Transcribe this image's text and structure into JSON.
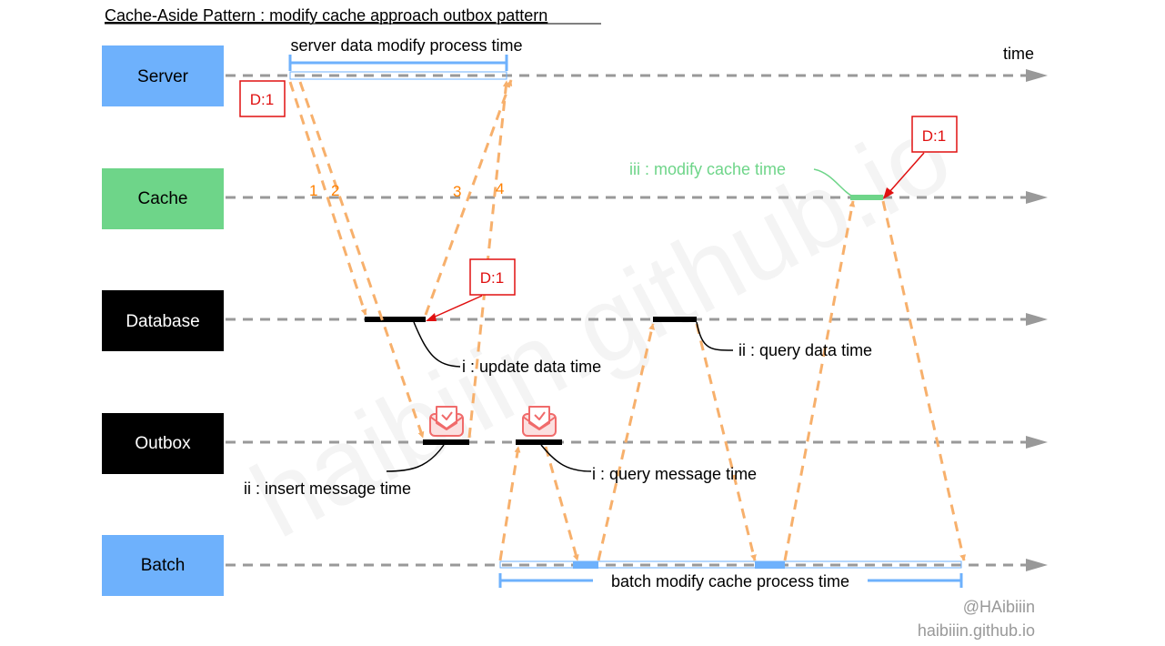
{
  "title": "Cache-Aside Pattern : modify cache approach outbox pattern",
  "axis_label": "time",
  "lanes": [
    {
      "id": "server",
      "label": "Server",
      "fill": "#6eb1fc",
      "text_color": "#000000"
    },
    {
      "id": "cache",
      "label": "Cache",
      "fill": "#6ed589",
      "text_color": "#000000"
    },
    {
      "id": "database",
      "label": "Database",
      "fill": "#000000",
      "text_color": "#ffffff"
    },
    {
      "id": "outbox",
      "label": "Outbox",
      "fill": "#000000",
      "text_color": "#ffffff"
    },
    {
      "id": "batch",
      "label": "Batch",
      "fill": "#6eb1fc",
      "text_color": "#000000"
    }
  ],
  "spans": {
    "server_process": "server data modify process time",
    "batch_process": "batch modify cache process time"
  },
  "annotations": {
    "update_data": "i : update data time",
    "query_data": "ii : query data time",
    "insert_message": "ii : insert message time",
    "query_message": "i : query message time",
    "modify_cache": "iii : modify cache time"
  },
  "data_tags": [
    "D:1",
    "D:1",
    "D:1"
  ],
  "step_numbers": [
    "1",
    "2",
    "3",
    "4"
  ],
  "watermark": "haibiiin.github.io",
  "credit": {
    "handle": "@HAibiiin",
    "site": "haibiiin.github.io"
  },
  "colors": {
    "arrow": "#f7b06c",
    "step_number": "#ff8000",
    "span": "#6eb1fc",
    "cache_op": "#6ed589",
    "data_tag": "#e01010",
    "timeline": "#999999",
    "envelope": "#f06b6b"
  },
  "icons": [
    "mail-icon",
    "mail-icon"
  ]
}
